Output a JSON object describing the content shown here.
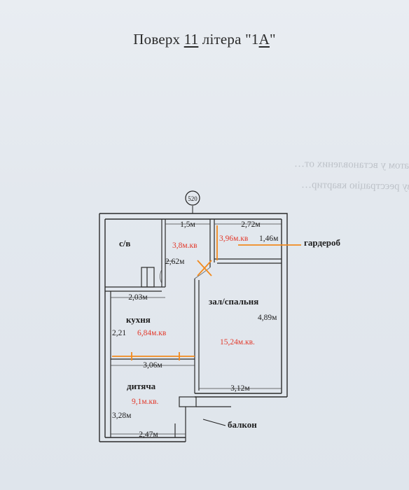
{
  "title": {
    "prefix": "Поверх ",
    "floor": "11",
    "middle": " літера \"1",
    "letter": "А",
    "suffix": "\""
  },
  "bleed_text": {
    "line1": "…сертифікатом у встановлених от…",
    "line2": "…на особливу реєстрацію квартир…"
  },
  "stamp": "520",
  "rooms": {
    "bathroom": "с/в",
    "kitchen": "кухня",
    "living": "зал/спальня",
    "kids": "дитяча",
    "wardrobe": "гардероб",
    "balcony": "балкон"
  },
  "areas": {
    "bathroom": "3,8м.кв",
    "wardrobe": "3,96м.кв",
    "kitchen": "6,84м.кв",
    "living": "15,24м.кв.",
    "kids": "9,1м.кв."
  },
  "dims": {
    "top_bath": "1,5м",
    "top_wardrobe": "2,72м",
    "wardrobe_depth": "1,46м",
    "bath_height": "2,62м",
    "kitchen_top": "2,03м",
    "kitchen_height": "2,21",
    "kitchen_bottom": "3,06м",
    "living_height": "4,89м",
    "living_bottom": "3,12м",
    "kids_height": "3,28м",
    "kids_bottom": "2,47м"
  },
  "colors": {
    "wall": "#2b2b2b",
    "annotation": "#f28a1e",
    "area_text": "#e23a2c"
  }
}
